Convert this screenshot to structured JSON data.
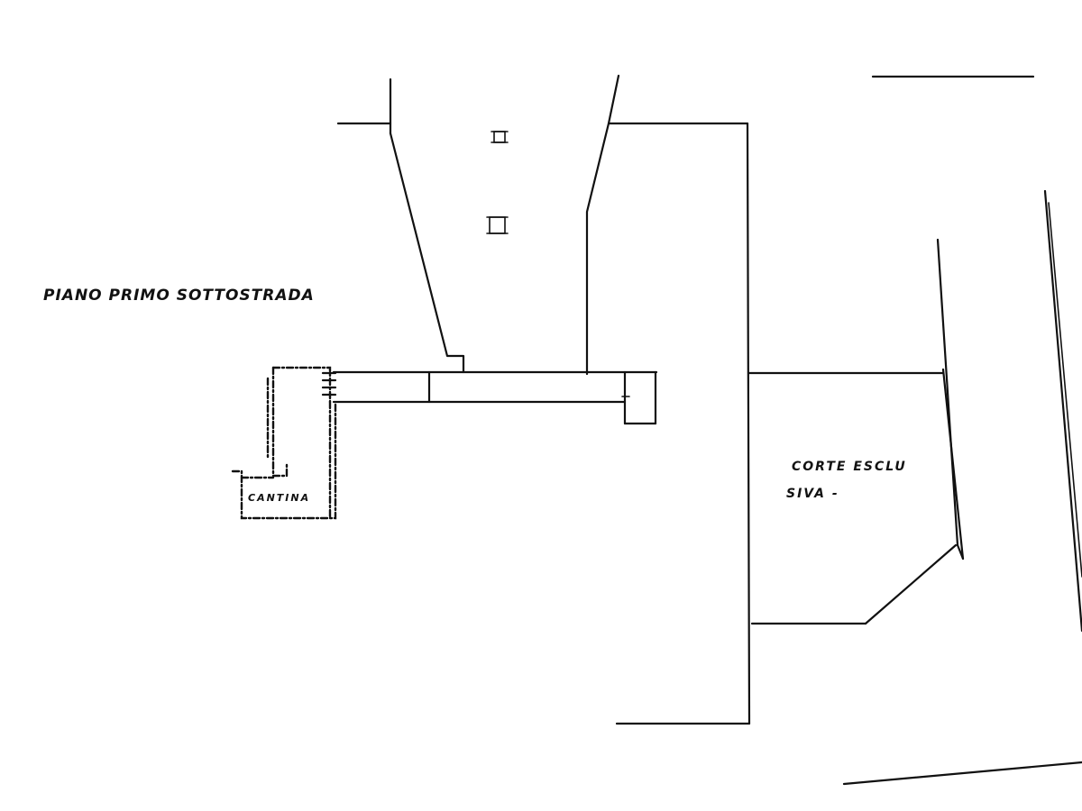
{
  "drawing": {
    "floor_label": "PIANO PRIMO SOTTOSTRADA",
    "room_label": "CANTINA",
    "court_label_line1": "CORTE ESCLU",
    "court_label_line2": "SIVA -"
  },
  "colors": {
    "ink": "#111111",
    "paper": "#ffffff"
  }
}
